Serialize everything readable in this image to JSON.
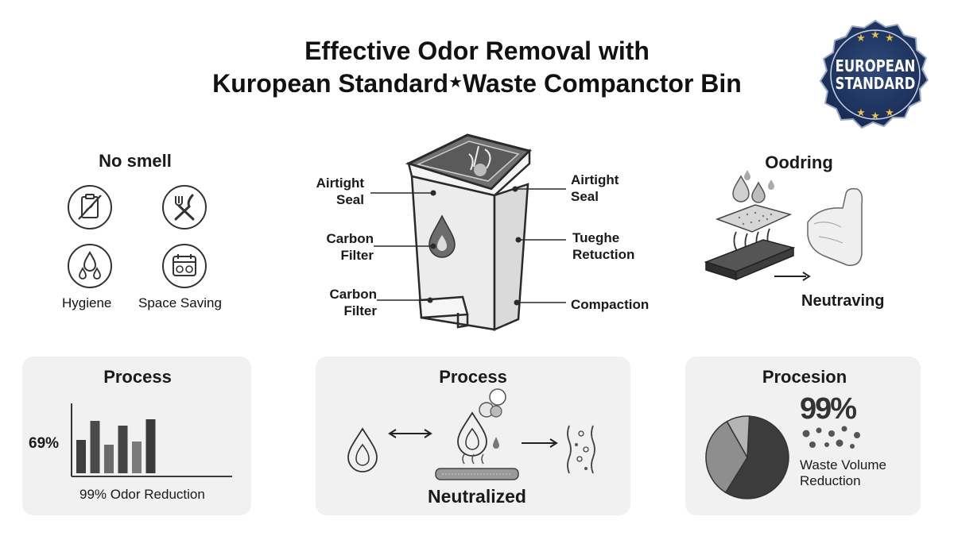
{
  "header": {
    "title_line1": "Effective Odor Removal with",
    "title_line2_a": "Kuropean Standard",
    "title_star": "★",
    "title_line2_b": "Waste Companctor Bin"
  },
  "badge": {
    "line1": "EUROPEAN",
    "line2": "STANDARD"
  },
  "left_section": {
    "heading": "No smell",
    "features": [
      {
        "label": "",
        "icon": "no-smell-clipboard-icon"
      },
      {
        "label": "",
        "icon": "utensils-icon"
      },
      {
        "label": "Hygiene",
        "icon": "drops-icon"
      },
      {
        "label": "Space Saving",
        "icon": "calendar-gauge-icon"
      }
    ]
  },
  "bin_labels": {
    "left": [
      {
        "l1": "Airtight",
        "l2": "Seal"
      },
      {
        "l1": "Carbon",
        "l2": "Filter"
      },
      {
        "l1": "Carbon",
        "l2": "Filter"
      }
    ],
    "right": [
      {
        "l1": "Airtight",
        "l2": "Seal"
      },
      {
        "l1": "Tueghe",
        "l2": "Retuction"
      },
      {
        "l1": "Compaction",
        "l2": ""
      }
    ]
  },
  "right_section": {
    "heading": "Oodring",
    "caption": "Neutraving"
  },
  "panels": [
    {
      "title": "Process",
      "value_label": "69%",
      "caption": "99% Odor Reduction"
    },
    {
      "title": "Process",
      "caption": "Neutralized"
    },
    {
      "title": "Procesion",
      "value_label": "99%",
      "caption_l1": "Waste Volume",
      "caption_l2": "Reduction"
    }
  ],
  "chart_data": [
    {
      "type": "bar",
      "categories": [
        "",
        "",
        "",
        "",
        "",
        ""
      ],
      "values": [
        42,
        66,
        36,
        60,
        40,
        68
      ],
      "ylim": [
        0,
        100
      ],
      "colors": [
        "#3f3f3f",
        "#4a4a4a",
        "#6b6b6b",
        "#444444",
        "#7a7a7a",
        "#3a3a3a"
      ]
    },
    {
      "type": "pie",
      "values": [
        58,
        33,
        9
      ],
      "colors": [
        "#3c3c3c",
        "#8e8e8e",
        "#b5b5b5"
      ]
    }
  ]
}
